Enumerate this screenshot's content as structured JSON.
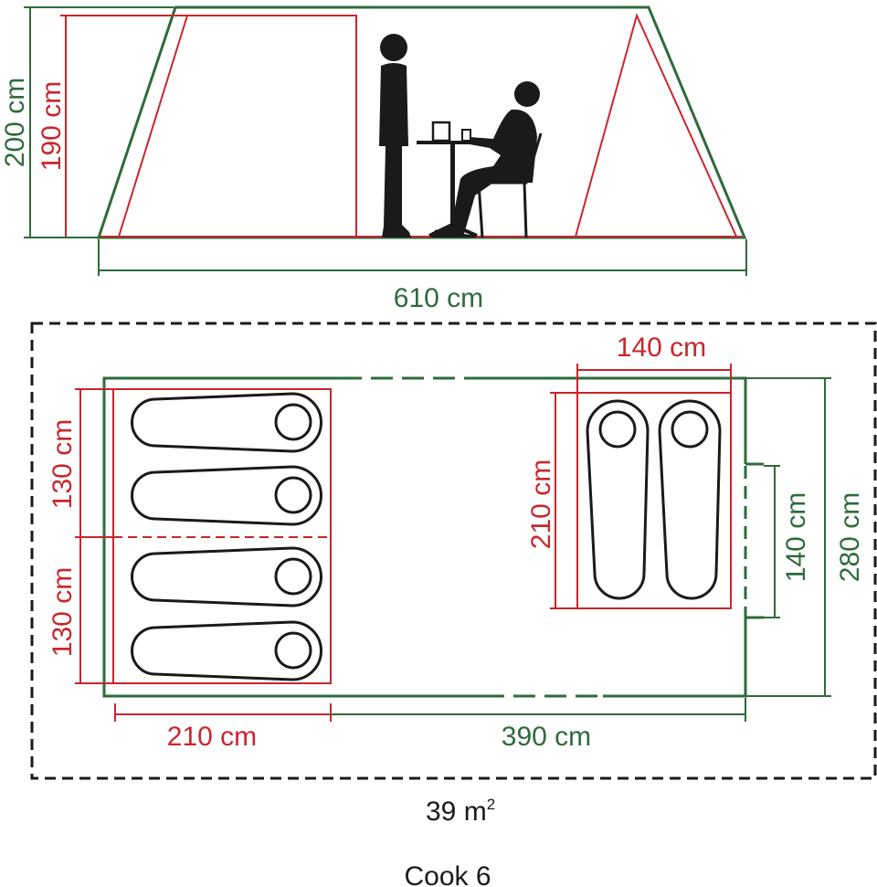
{
  "side_view": {
    "height_outer": "200 cm",
    "height_inner": "190 cm",
    "length": "610 cm"
  },
  "floor_plan": {
    "bedroom_left_width": "130 cm",
    "bedroom_left_width_2": "130 cm",
    "bedroom_left_depth": "210 cm",
    "living_length": "390 cm",
    "bedroom_right_width": "140 cm",
    "bedroom_right_depth": "210 cm",
    "door_width": "140 cm",
    "total_width": "280 cm"
  },
  "area": {
    "value": "39 m",
    "exponent": "2"
  },
  "model_name": "Cook 6",
  "colors": {
    "outer_tent": "#2e6b3a",
    "inner_tent": "#c8262c",
    "outline": "#1a1a1a"
  }
}
